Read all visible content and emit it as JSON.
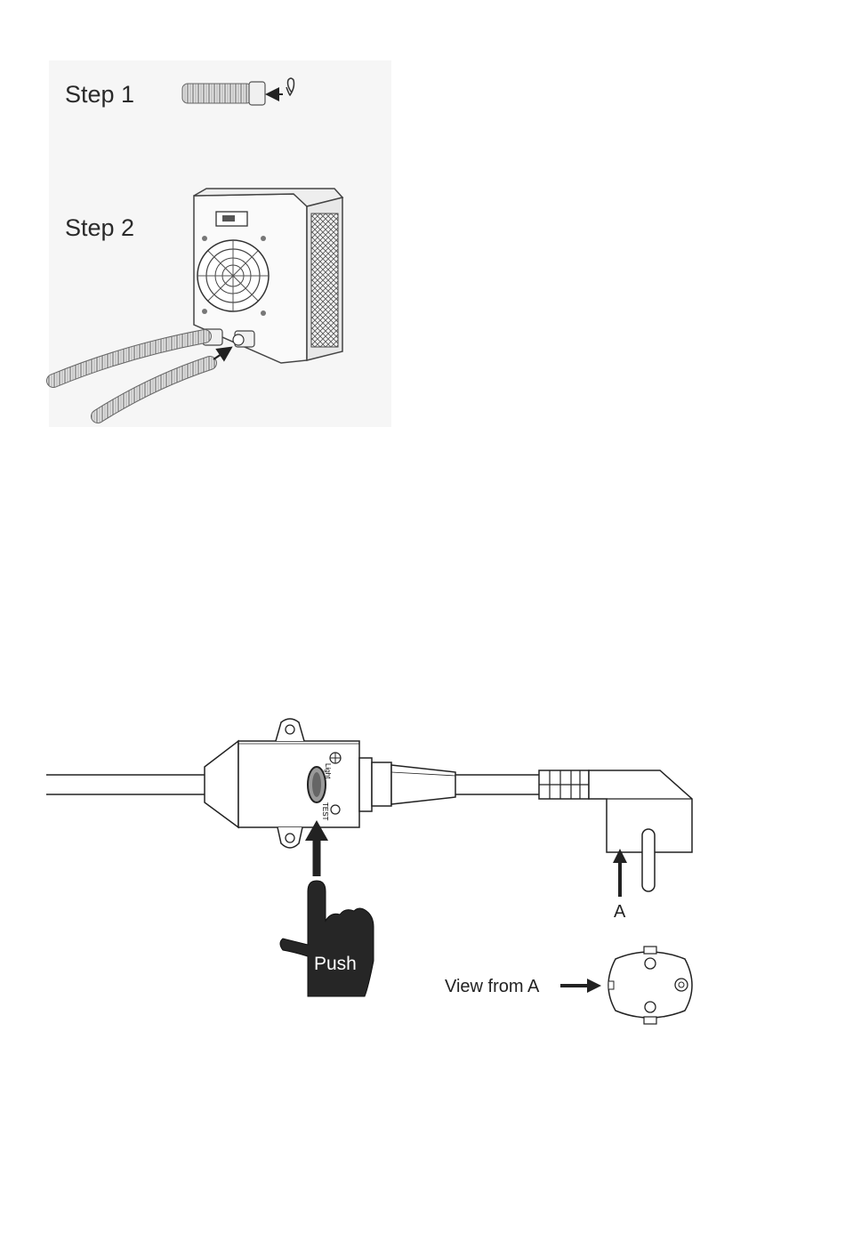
{
  "steps": {
    "step1_label": "Step 1",
    "step2_label": "Step 2"
  },
  "plug_diagram": {
    "push_label": "Push",
    "arrow_label": "A",
    "view_label": "View from A",
    "light_label": "Light",
    "test_label": "TEST"
  }
}
